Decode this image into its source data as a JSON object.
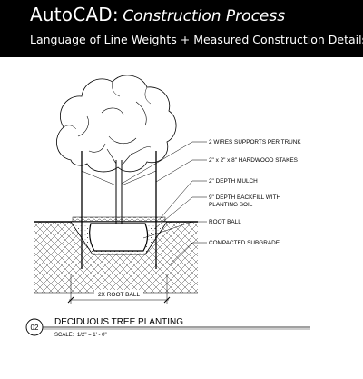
{
  "header": {
    "app": "AutoCAD:",
    "subject": "Construction Process",
    "subtitle": "Language of Line Weights + Measured Construction Details"
  },
  "callouts": [
    "2 WIRES SUPPORTS PER TRUNK",
    "2\" x 2\" x 8\" HARDWOOD STAKES",
    "2\" DEPTH MULCH",
    "9\" DEPTH BACKFILL WITH",
    "PLANTING SOIL",
    "ROOT BALL",
    "COMPACTED SUBGRADE"
  ],
  "dimension": "2X ROOT BALL",
  "detail": {
    "number": "02",
    "title": "DECIDUOUS TREE PLANTING",
    "scale_label": "SCALE:",
    "scale_value": "1/2\" = 1' - 0\""
  },
  "colors": {
    "banner": "#000000",
    "ink": "#000000",
    "paper": "#ffffff"
  }
}
